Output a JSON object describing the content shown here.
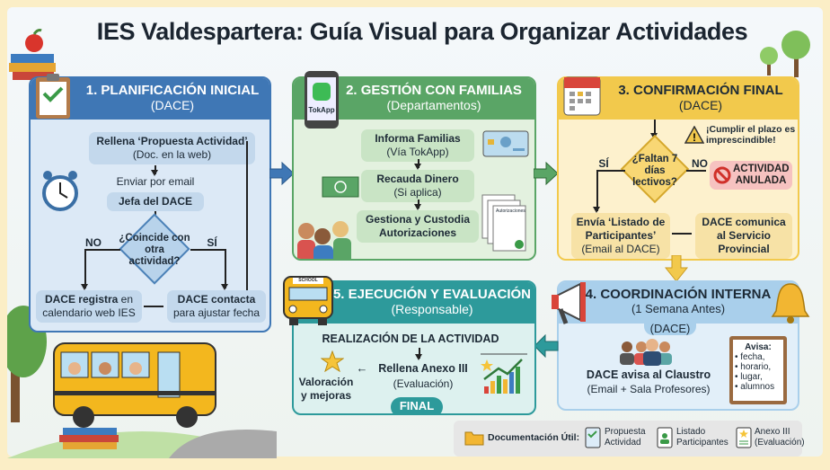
{
  "title": "IES Valdespartera: Guía Visual para Organizar Actividades",
  "panel1": {
    "title": "1. PLANIFICACIÓN INICIAL",
    "subtitle": "(DACE)",
    "step1": "Rellena ‘Propuesta Actividad’",
    "step1_note": "(Doc. en la web)",
    "send": "Enviar por email",
    "recipient": "Jefa del DACE",
    "question": "¿Coincide con otra actividad?",
    "no": "NO",
    "yes": "SÍ",
    "no_result_bold": "DACE registra",
    "no_result_rest": " en calendario web IES",
    "yes_result_bold": "DACE contacta",
    "yes_result_rest": "para ajustar fecha"
  },
  "panel2": {
    "title": "2. GESTIÓN CON FAMILIAS",
    "subtitle": "(Departamentos)",
    "app_label": "TokApp",
    "step1": "Informa Familias",
    "step1_note": "(Vía TokApp)",
    "step2": "Recauda Dinero",
    "step2_note": "(Si aplica)",
    "step3": "Gestiona y Custodia Autorizaciones",
    "doc_label": "Autorizaciones"
  },
  "panel3": {
    "title": "3. CONFIRMACIÓN FINAL",
    "subtitle": "(DACE)",
    "warning": "¡Cumplir el plazo es imprescindible!",
    "question": "¿Faltan 7 días lectivos?",
    "yes": "SÍ",
    "no": "NO",
    "cancelled": "ACTIVIDAD ANULADA",
    "step1": "Envía ‘Listado de Participantes’",
    "step1_note": "(Email al DACE)",
    "step2": "DACE comunica al Servicio Provincial"
  },
  "panel4": {
    "title": "4. COORDINACIÓN INTERNA",
    "subtitle": "(1 Semana Antes)",
    "subtitle2": "(DACE)",
    "action": "DACE avisa al Claustro",
    "action_note": "(Email + Sala Profesores)",
    "notice_title": "Avisa:",
    "notice_items": [
      "fecha,",
      "horario,",
      "lugar,",
      "alumnos"
    ]
  },
  "panel5": {
    "title": "5. EJECUCIÓN Y EVALUACIÓN",
    "subtitle": "(Responsable)",
    "bus_sign": "SCHOOL",
    "step1": "REALIZACIÓN DE LA ACTIVIDAD",
    "step2": "Rellena Anexo III",
    "step2_note": "(Evaluación)",
    "step3": "Valoración y mejoras",
    "final": "FINAL"
  },
  "docs": {
    "label": "Documentación Útil:",
    "items": [
      {
        "l1": "Propuesta",
        "l2": "Actividad"
      },
      {
        "l1": "Listado",
        "l2": "Participantes"
      },
      {
        "l1": "Anexo III",
        "l2": "(Evaluación)"
      }
    ]
  },
  "colors": {
    "blue": "#3f77b5",
    "green": "#5aa566",
    "yellow": "#f2c94c",
    "lightblue": "#a9cfeb",
    "teal": "#2d9a9b"
  }
}
